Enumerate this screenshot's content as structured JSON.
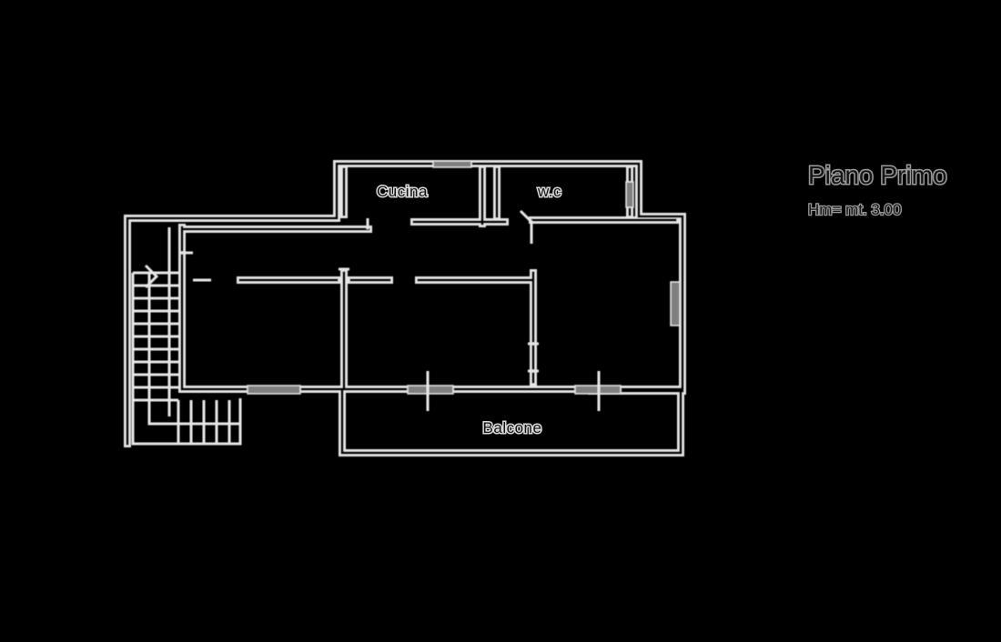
{
  "floor_plan": {
    "title": "Piano Primo",
    "height_note": "Hm= mt. 3.00",
    "rooms": {
      "kitchen": "Cucina",
      "wc": "w.c",
      "balcony": "Balcone"
    }
  },
  "colors": {
    "background": "#000000",
    "wall_outline": "#e8e8e8",
    "wall_fill": "#000000",
    "label_text": "#111111",
    "title_outline": "#9a9a9a"
  }
}
